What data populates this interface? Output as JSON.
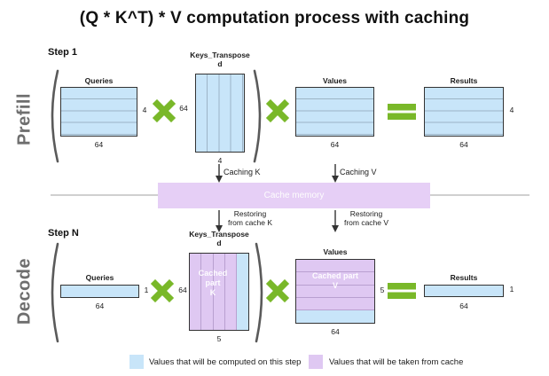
{
  "title": "(Q * K^T) * V computation process with caching",
  "colors": {
    "computed_blue": "#c8e5f9",
    "cached_purple": "#dfc8f2",
    "cache_bar_purple": "#e6cff6",
    "accent_green": "#79b829",
    "row_label_gray": "#6e6e6e"
  },
  "prefill": {
    "step_label": "Step 1",
    "row_label": "Prefill",
    "queries": {
      "title": "Queries",
      "rows": "4",
      "cols": "64"
    },
    "keys": {
      "title_line1": "Keys_Transpose",
      "title_line2": "d",
      "rows": "64",
      "cols": "4"
    },
    "values": {
      "title": "Values",
      "cols": "64"
    },
    "results": {
      "title": "Results",
      "rows": "4",
      "cols": "64"
    }
  },
  "cache": {
    "caching_k": "Caching K",
    "caching_v": "Caching V",
    "bar_label": "Cache memory",
    "restoring_k": [
      "Restoring",
      "from cache K"
    ],
    "restoring_v": [
      "Restoring",
      "from cache V"
    ]
  },
  "decode": {
    "step_label": "Step N",
    "row_label": "Decode",
    "queries": {
      "title": "Queries",
      "rows": "1",
      "cols": "64"
    },
    "keys": {
      "title_line1": "Keys_Transpose",
      "title_line2": "d",
      "rows": "64",
      "cols": "5",
      "cached_lines": [
        "Cached",
        "part",
        "K"
      ]
    },
    "values": {
      "title": "Values",
      "rows": "5",
      "cols": "64",
      "cached_lines": [
        "Cached part",
        "V"
      ]
    },
    "results": {
      "title": "Results",
      "rows": "1",
      "cols": "64"
    }
  },
  "legend": {
    "computed": "Values that will be computed on this step",
    "cached": "Values that will be taken from cache"
  }
}
